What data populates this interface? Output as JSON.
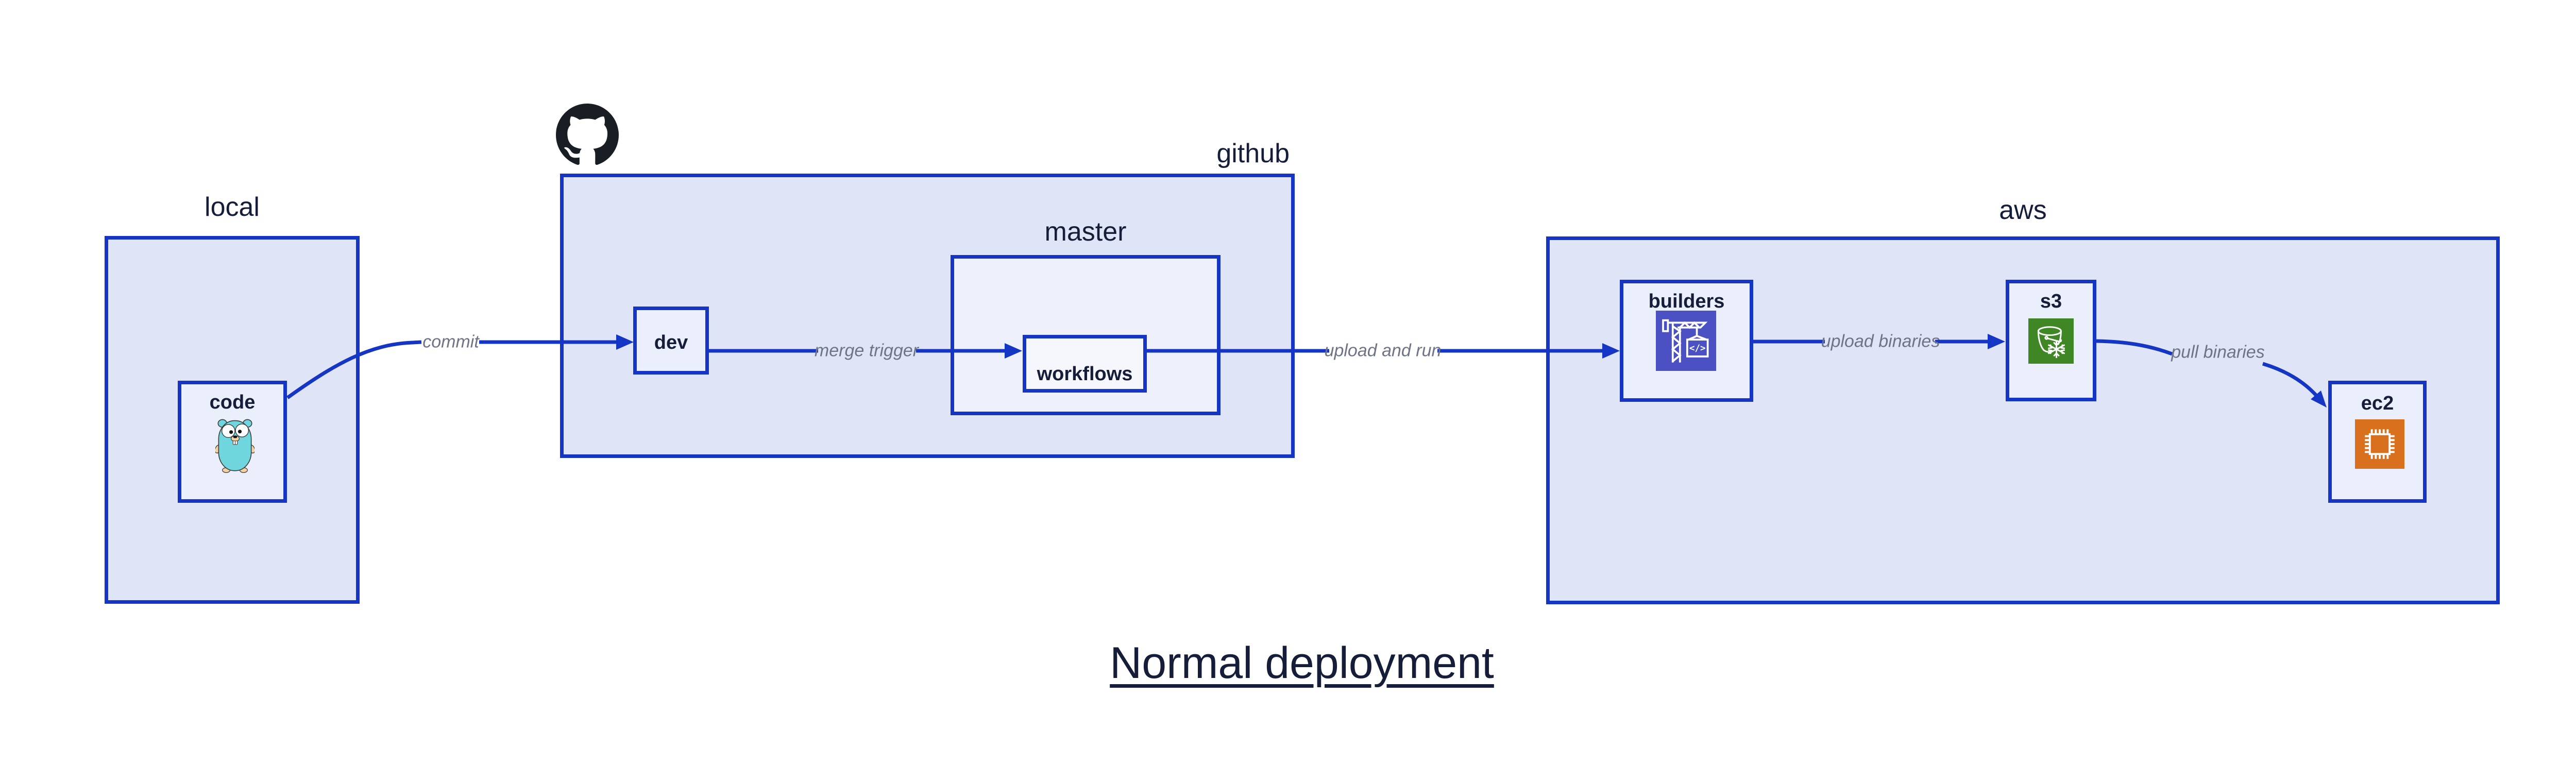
{
  "diagram": {
    "title": "Normal deployment",
    "groups": {
      "local": {
        "label": "local"
      },
      "github": {
        "label": "github"
      },
      "master": {
        "label": "master"
      },
      "aws": {
        "label": "aws"
      }
    },
    "nodes": {
      "code": {
        "label": "code",
        "icon": "go-gopher-icon"
      },
      "dev": {
        "label": "dev"
      },
      "workflows": {
        "label": "workflows"
      },
      "builders": {
        "label": "builders",
        "icon": "codebuild-crane-icon",
        "icon_text": "</>"
      },
      "s3": {
        "label": "s3",
        "icon": "s3-glacier-bucket-icon"
      },
      "ec2": {
        "label": "ec2",
        "icon": "ec2-chip-icon"
      }
    },
    "edges": [
      {
        "label": "commit",
        "from": "code",
        "to": "dev"
      },
      {
        "label": "merge trigger",
        "from": "dev",
        "to": "workflows"
      },
      {
        "label": "upload and run",
        "from": "workflows",
        "to": "builders"
      },
      {
        "label": "upload binaries",
        "from": "builders",
        "to": "s3"
      },
      {
        "label": "pull binaries",
        "from": "s3",
        "to": "ec2"
      }
    ],
    "icons": {
      "github_logo": "github-octocat-icon"
    },
    "colors": {
      "arrow_blue": "#1535c4",
      "group_fill": "#dfe5f7",
      "node_fill": "#ebeffb",
      "inner_node_fill": "#f5f7fd",
      "dark_text": "#161d38",
      "edge_label_gray": "#6e7486",
      "codebuild_purple": "#4b51c2",
      "s3_green": "#3f8624",
      "ec2_orange": "#d8701d",
      "octocat_black": "#191d24",
      "gopher_teal": "#6fd6de"
    }
  }
}
